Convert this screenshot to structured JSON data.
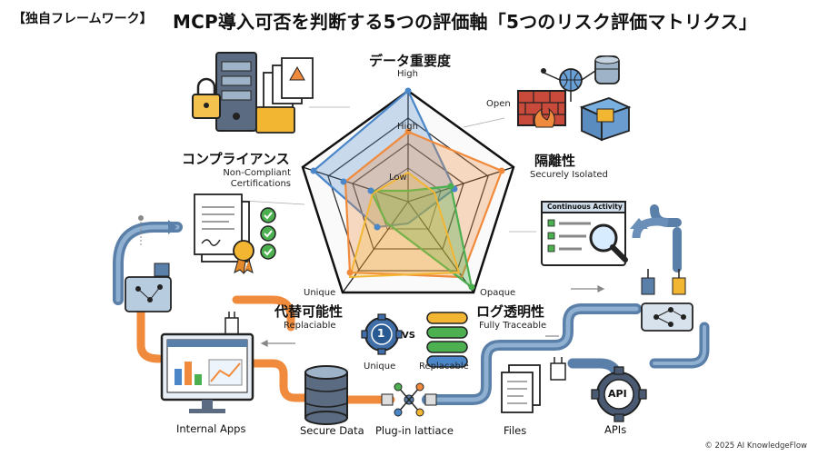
{
  "header": {
    "tag": "【独自フレームワーク】",
    "title": "MCP導入可否を判断する5つの評価軸「5つのリスク評価マトリクス」"
  },
  "axes": {
    "data_importance": {
      "jp": "データ重要度",
      "top": "High",
      "inner": "High"
    },
    "isolation": {
      "jp": "隔離性",
      "en": "Securely Isolated",
      "outer": "Open"
    },
    "log_transparency": {
      "jp": "ログ透明性",
      "en": "Fully Traceable",
      "outer": "Opaque"
    },
    "replaceability": {
      "jp": "代替可能性",
      "en": "Replaciable",
      "outer": "Unique"
    },
    "compliance": {
      "jp": "コンプライアンス",
      "en": "Non-Compliant Certifications"
    }
  },
  "radar_center": "Low",
  "activity_panel": "Continuous Activity",
  "comparison": {
    "left": "Unique",
    "vs": "VS",
    "right": "Replacable",
    "badge": "1"
  },
  "bottom": {
    "internal_apps": "Internal Apps",
    "secure_data": "Secure Data",
    "plugin": "Plug-in lattiace",
    "files": "Files",
    "apis": "APIs",
    "api_badge": "API"
  },
  "colors": {
    "blue": "#4a86c8",
    "orange": "#f08a3c",
    "green": "#4caf50",
    "yellow": "#f2b632",
    "pipe": "#5a7fa8"
  },
  "footer": {
    "copyright": "© 2025 AI KnowledgeFlow"
  }
}
